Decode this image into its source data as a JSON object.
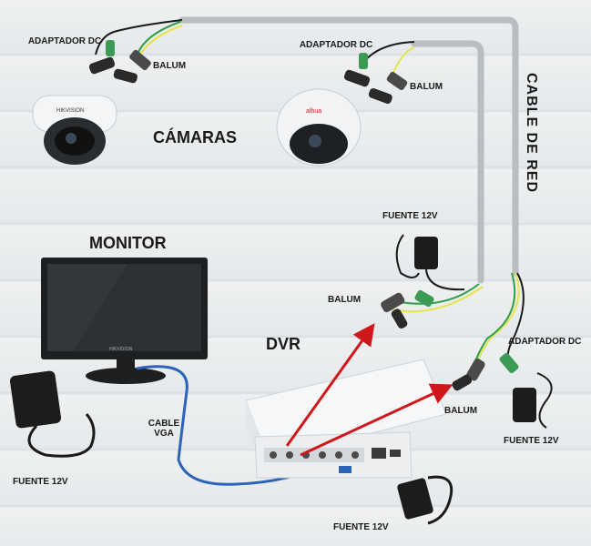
{
  "labels": {
    "adaptador_dc_1": "ADAPTADOR DC",
    "balum_1": "BALUM",
    "adaptador_dc_2": "ADAPTADOR DC",
    "balum_2": "BALUM",
    "camaras": "CÁMARAS",
    "cable_de_red": "CABLE DE RED",
    "monitor": "MONITOR",
    "fuente_12v_top": "FUENTE 12V",
    "balum_left": "BALUM",
    "dvr": "DVR",
    "adaptador_dc_3": "ADAPTADOR DC",
    "balum_3": "BALUM",
    "cable_vga": "CABLE VGA",
    "fuente_12v_right": "FUENTE 12V",
    "fuente_12v_left": "FUENTE 12V",
    "fuente_12v_bottom": "FUENTE 12V"
  },
  "brands": {
    "camera_1": "HIKVISION",
    "camera_2": "alhua",
    "monitor": "HIKVISION"
  },
  "colors": {
    "network_cable": "#b9bdc0",
    "power_wire": "#1a1a1a",
    "yellow_wire": "#e6e34a",
    "green_wire": "#2e9e4a",
    "vga_cable": "#2c63b8",
    "arrow": "#d0181c"
  }
}
